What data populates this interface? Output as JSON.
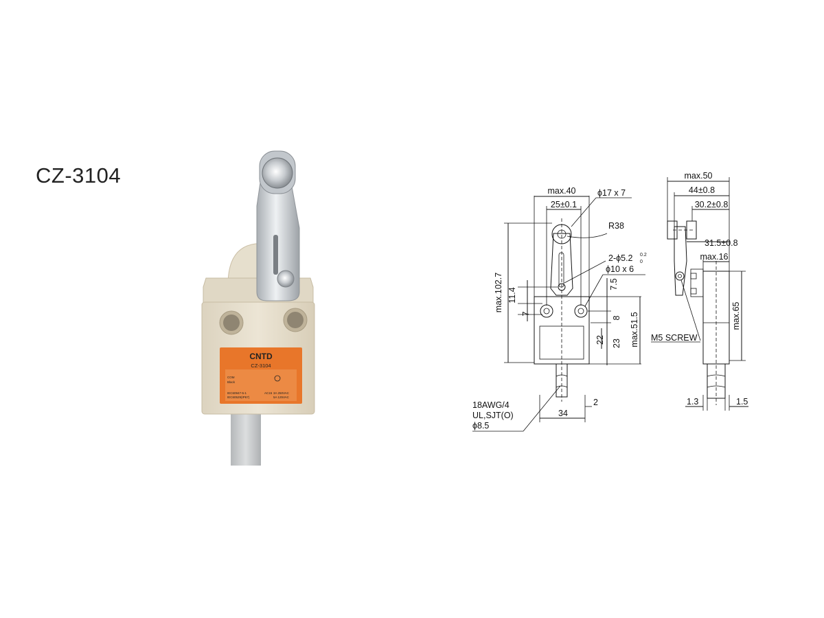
{
  "model": "CZ-3104",
  "product_label": {
    "brand": "CNTD",
    "model": "CZ-3104",
    "lines": [
      "COM",
      "Black",
      "IEC60947-5-1",
      "IEC60529(IP67)",
      "AC15",
      "3A 250VAC",
      "5A 125VAC"
    ]
  },
  "front_view": {
    "width_max": "max.40",
    "hole_pitch": "25±0.1",
    "roller": "ϕ17 x 7",
    "radius": "R38",
    "mount_holes": "2-ϕ5.2",
    "mount_holes_tol_upper": "0.2",
    "mount_holes_tol_lower": "0",
    "boss": "ϕ10 x 6",
    "height_max": "max.102.7",
    "dim_11_4": "11.4",
    "dim_7_left": "7",
    "dim_7_5": "7.5",
    "dim_8": "8",
    "dim_22": "22",
    "dim_23": "23",
    "body_height_max": "max.51.5",
    "cable_spec": [
      "18AWG/4",
      "UL,SJT(O)",
      "ϕ8.5"
    ],
    "cable_offset": "34",
    "dim_2": "2"
  },
  "side_view": {
    "width_max": "max.50",
    "dim_44": "44±0.8",
    "dim_30_2": "30.2±0.8",
    "dim_31_5": "31.5±0.8",
    "depth_max": "max.16",
    "height_max": "max.65",
    "screw": "M5 SCREW",
    "dim_1_3": "1.3",
    "dim_1_5": "1.5"
  },
  "colors": {
    "body": "#e8e0cf",
    "body_shadow": "#cfc4ad",
    "label_orange": "#e8762a",
    "metal": "#d4d8dc",
    "cable": "#c9cbcd"
  }
}
